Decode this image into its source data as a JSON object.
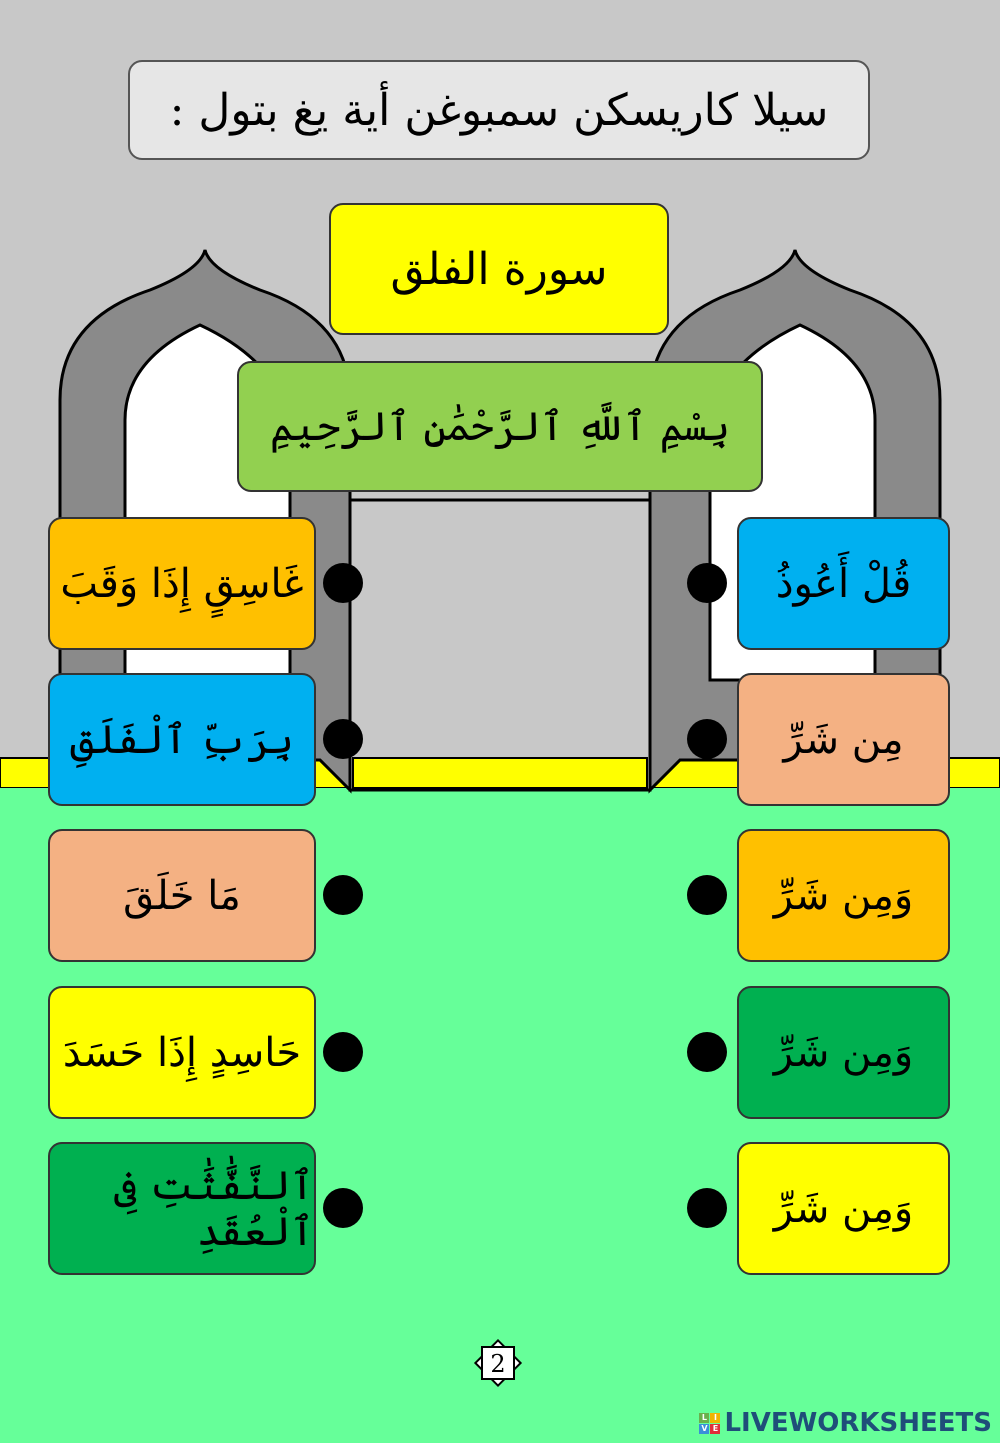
{
  "header": {
    "instruction": "سيلا كاريسكن سمبوغن أية يغ بتول :"
  },
  "surah_title": "سورة الفلق",
  "bismillah": "بِسْمِ ٱللَّهِ ٱلرَّحْمَٰنِ ٱلرَّحِيمِ",
  "left_items": [
    {
      "text": "غَاسِقٍ إِذَا وَقَبَ",
      "color": "#ffc000"
    },
    {
      "text": "بِرَبِّ ٱلْفَلَقِ",
      "color": "#00b0f0"
    },
    {
      "text": "مَا خَلَقَ",
      "color": "#f4b183"
    },
    {
      "text": "حَاسِدٍ إِذَا حَسَدَ",
      "color": "#ffff00"
    },
    {
      "text": "ٱلنَّفَّٰثَٰتِ فِى ٱلْعُقَدِ",
      "color": "#00b050"
    }
  ],
  "right_items": [
    {
      "text": "قُلْ أَعُوذُ",
      "color": "#00b0f0"
    },
    {
      "text": "مِن شَرِّ",
      "color": "#f4b183"
    },
    {
      "text": "وَمِن شَرِّ",
      "color": "#ffc000"
    },
    {
      "text": "وَمِن شَرِّ",
      "color": "#00b050"
    },
    {
      "text": "وَمِن شَرِّ",
      "color": "#ffff00"
    }
  ],
  "page_number": "2",
  "watermark": "LIVEWORKSHEETS",
  "colors": {
    "wall": "#c8c8c8",
    "floor": "#66ff99",
    "strip": "#ffff00"
  }
}
